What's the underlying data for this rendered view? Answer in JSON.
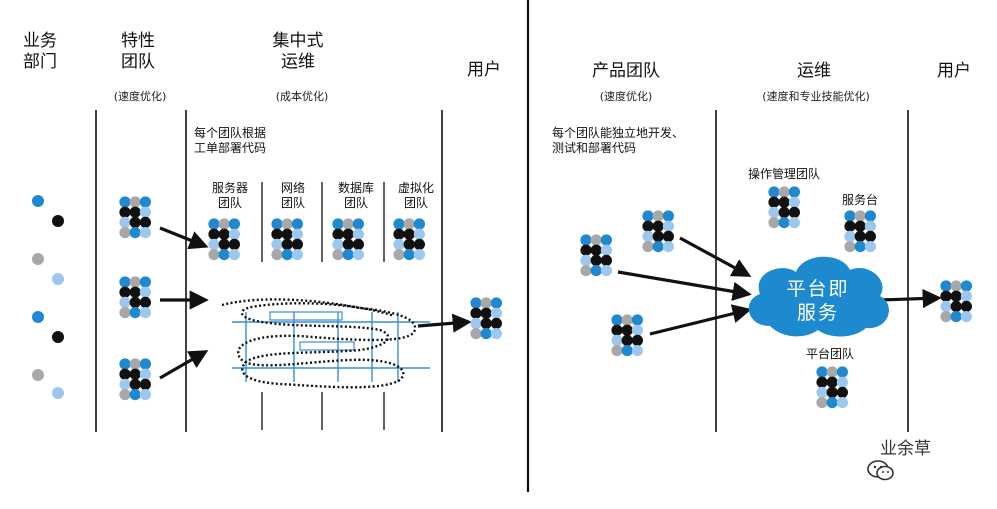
{
  "colors": {
    "blue": "#1e88d0",
    "lightblue": "#9cc7ee",
    "gray": "#a8a8a8",
    "black": "#111111",
    "line": "#111111",
    "cloud": "#1d89cf",
    "fieldline": "#3a8fd6"
  },
  "left": {
    "col_business": "业务\n部门",
    "col_feature": "特性\n团队",
    "col_ops": "集中式\n运维",
    "col_user": "用户",
    "sub_feature": "(速度优化)",
    "sub_ops": "(成本优化)",
    "note": "每个团队根据\n工单部署代码",
    "silos": [
      "服务器\n团队",
      "网络\n团队",
      "数据库\n团队",
      "虚拟化\n团队"
    ]
  },
  "right": {
    "col_product": "产品团队",
    "col_ops": "运维",
    "col_user": "用户",
    "sub_product": "(速度优化)",
    "sub_ops": "(速度和专业技能优化)",
    "note": "每个团队能独立地开发、\n测试和部署代码",
    "ops_team": "操作管理团队",
    "service_desk": "服务台",
    "cloud": "平台即\n服务",
    "platform_team": "平台团队"
  },
  "watermark": {
    "icon": "wechat-icon",
    "text": "业余草"
  }
}
